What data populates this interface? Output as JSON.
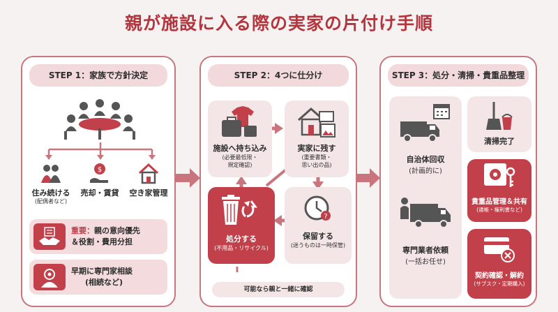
{
  "title": "親が施設に入る際の実家の片付け手順",
  "colors": {
    "accent": "#b3363f",
    "red": "#c2404a",
    "pink": "#f4dcde",
    "border": "#c9757d"
  },
  "step1": {
    "header": "STEP 1：家族で方針決定",
    "options": [
      {
        "label": "住み続ける",
        "sub": "(配偶者など)",
        "icon": "couple-icon"
      },
      {
        "label": "売却・賃貸",
        "sub": "",
        "icon": "money-hand-icon"
      },
      {
        "label": "空き家管理",
        "sub": "",
        "icon": "house-icon"
      }
    ],
    "important": {
      "lead": "重要：",
      "line1": "親の意向優先",
      "line2": "＆役割・費用分担",
      "icon": "handshake-icon"
    },
    "consult": {
      "line1": "早期に専門家相談",
      "line2": "(相続など)",
      "icon": "advisor-icon"
    }
  },
  "step2": {
    "header": "STEP 2：4つに仕分け",
    "bring": {
      "label": "施設へ持ち込み",
      "sub1": "(必要最低限・",
      "sub2": "規定確認)",
      "icon": "luggage-clothes-icon"
    },
    "keep": {
      "label": "実家に残す",
      "sub1": "(重要書類・",
      "sub2": "思い出の品)",
      "icon": "house-photo-icon"
    },
    "dispose": {
      "label": "処分する",
      "sub1": "(不用品・リサイクル)",
      "icon": "trash-recycle-icon"
    },
    "hold": {
      "label": "保留する",
      "sub1": "(迷うものは一時保管)",
      "icon": "clock-question-icon"
    },
    "note": "可能なら親と一緒に確認"
  },
  "step3": {
    "header": "STEP 3：処分・清掃・貴重品整理",
    "municipal": {
      "label": "自治体回収",
      "sub": "(計画的に)",
      "icon": "garbage-truck-calendar-icon"
    },
    "contractor": {
      "label": "専門業者依頼",
      "sub": "(一括お任せ)",
      "icon": "moving-truck-icon"
    },
    "clean": {
      "label": "清掃完了",
      "icon": "broom-bucket-icon"
    },
    "valuables": {
      "label": "貴重品管理＆共有",
      "sub": "(通帳・権利書など)",
      "icon": "safe-key-icon"
    },
    "contracts": {
      "label": "契約確認・解約",
      "sub": "(サブスク・定期購入)",
      "icon": "card-cancel-icon"
    }
  }
}
